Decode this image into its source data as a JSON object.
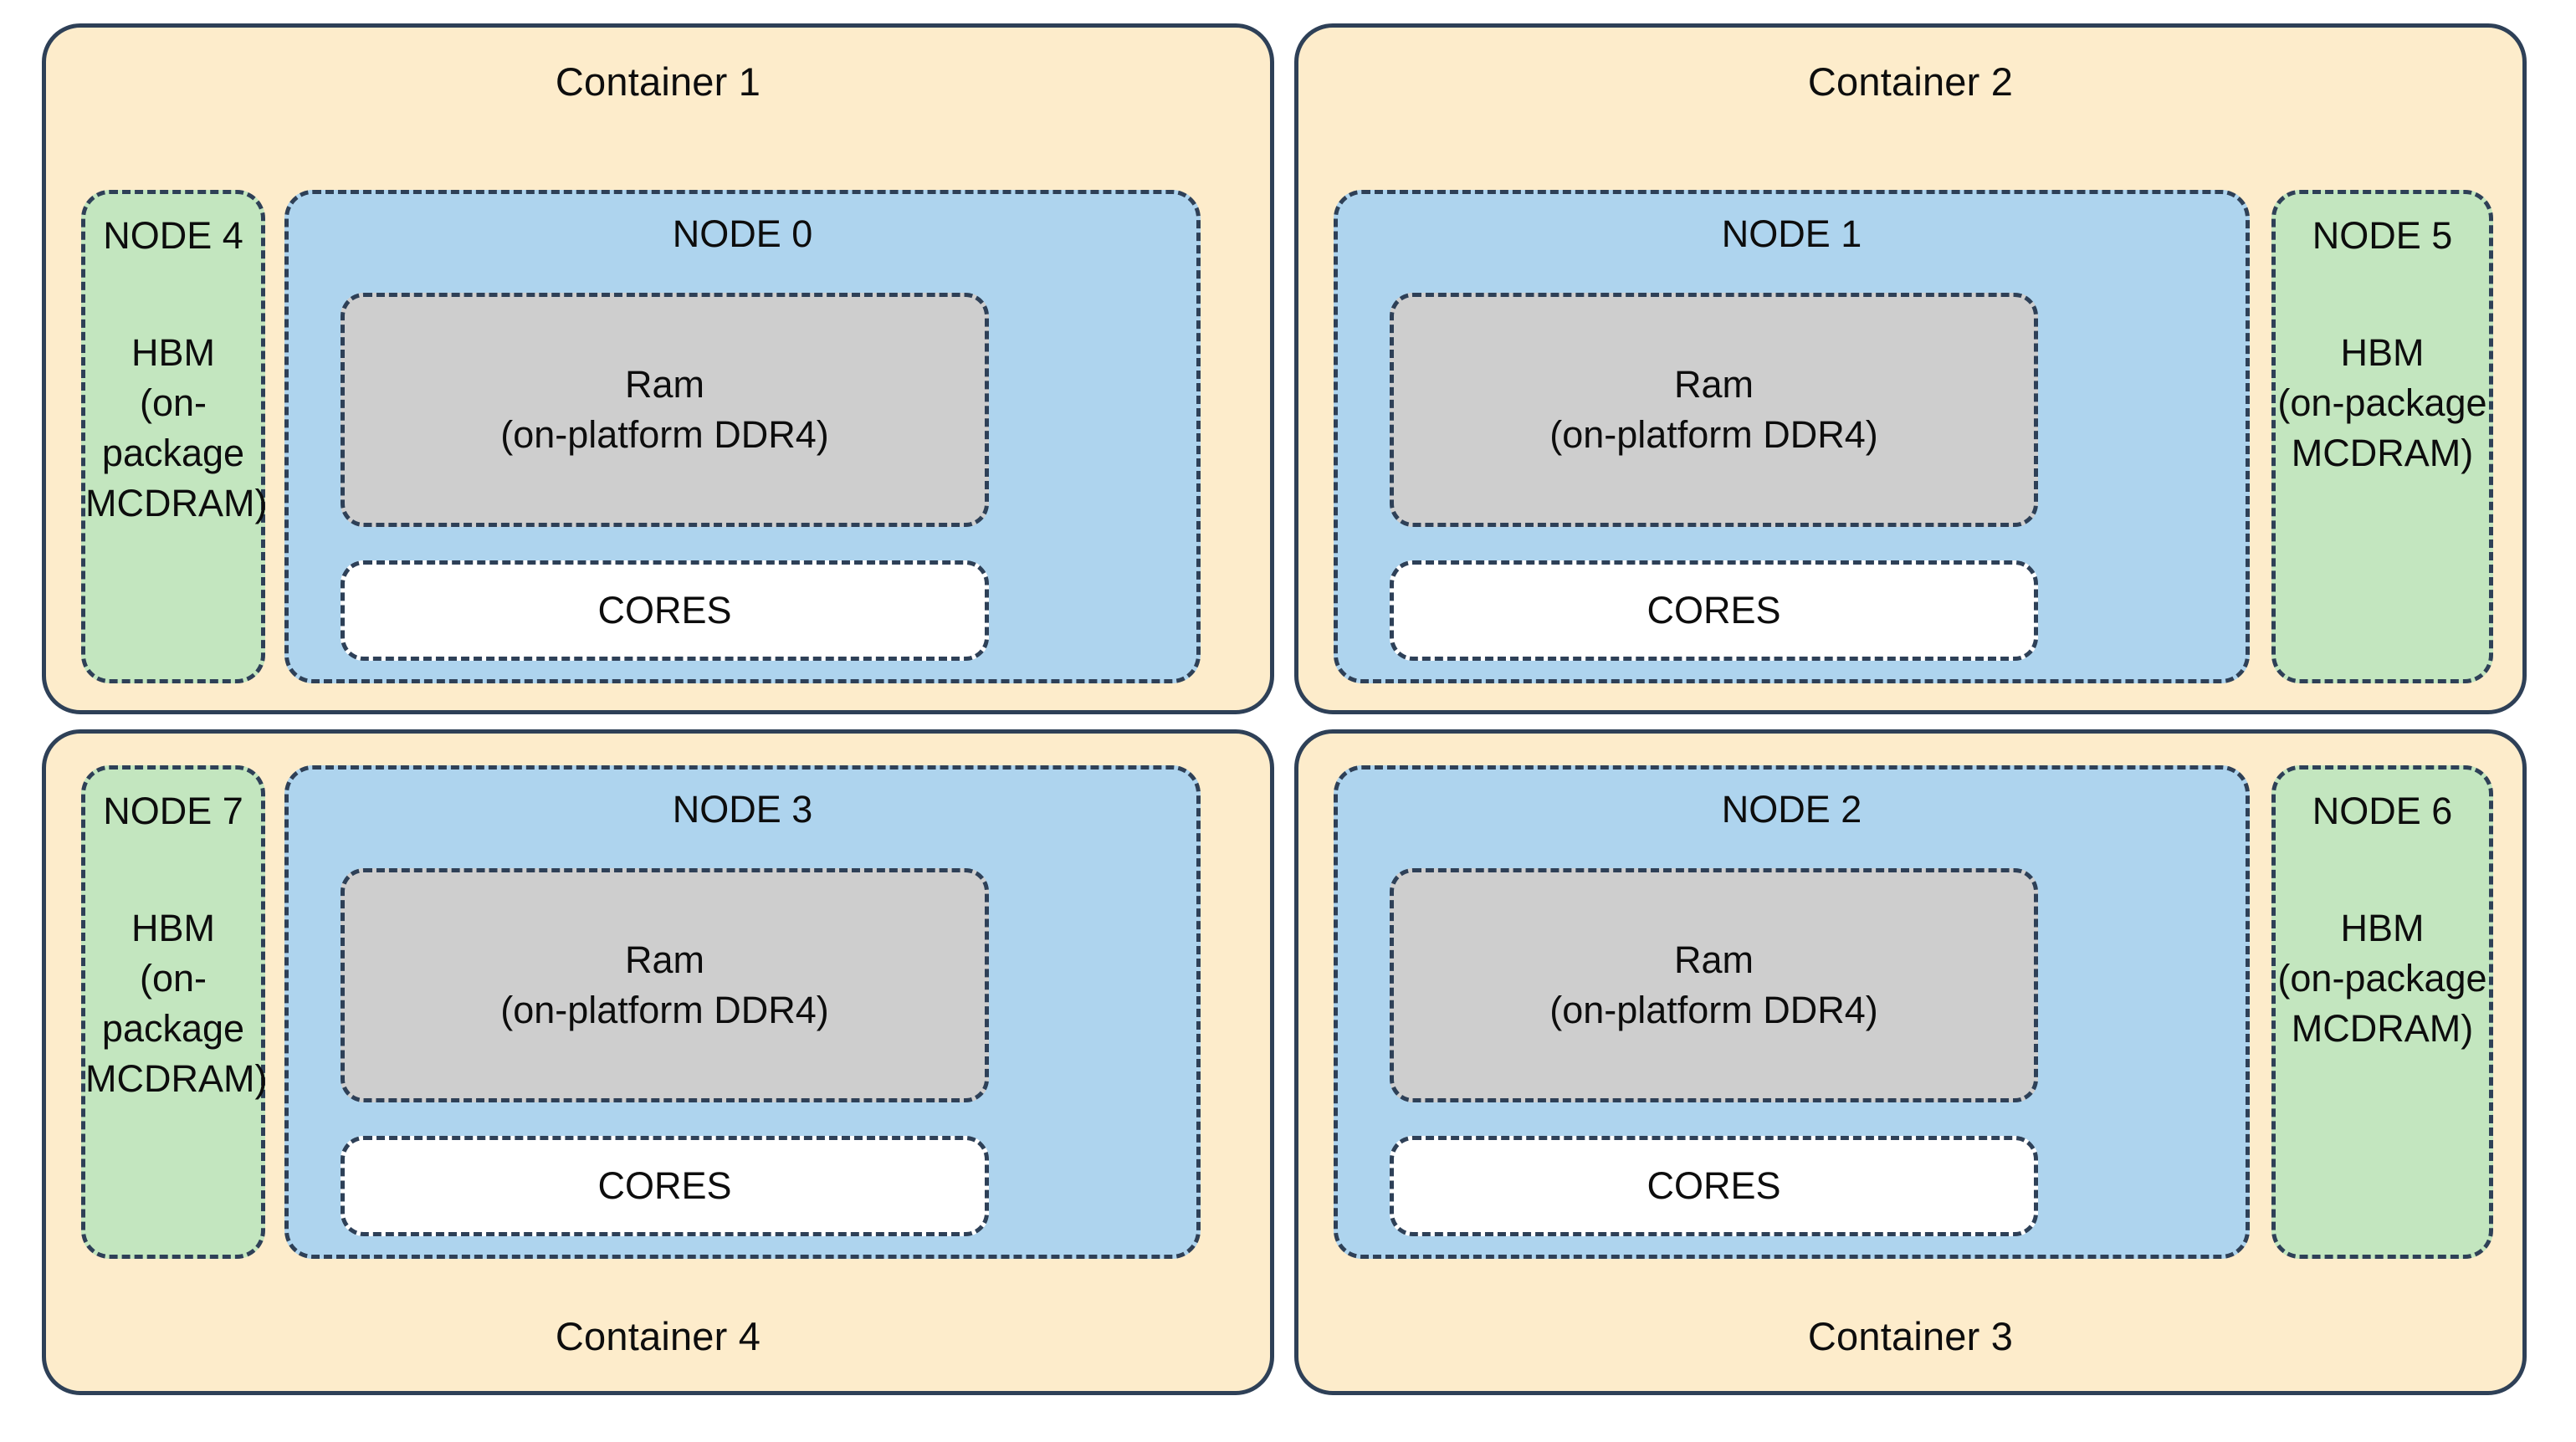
{
  "diagram": {
    "title": "KNL NUMA node topology across four containers",
    "colors": {
      "container_fill": "#fdeccb",
      "container_border": "#2e4057",
      "hbm_fill": "#c3e6bf",
      "ddr_node_fill": "#aed4ee",
      "ram_fill": "#cecece",
      "cores_fill": "#ffffff",
      "text": "#0d0d0d"
    },
    "containers": [
      {
        "id": "container-1",
        "label": "Container 1",
        "label_position": "top",
        "nodes": [
          {
            "id": "node-4",
            "title": "NODE 4",
            "kind": "hbm",
            "body": "HBM\n(on-package\nMCDRAM)",
            "position": "left"
          },
          {
            "id": "node-0",
            "title": "NODE 0",
            "kind": "ddr",
            "position": "right",
            "inner": [
              {
                "id": "ram-0",
                "kind": "ram",
                "text": "Ram\n(on-platform DDR4)"
              },
              {
                "id": "cores-0",
                "kind": "cores",
                "text": "CORES"
              }
            ]
          }
        ]
      },
      {
        "id": "container-2",
        "label": "Container 2",
        "label_position": "top",
        "nodes": [
          {
            "id": "node-1",
            "title": "NODE 1",
            "kind": "ddr",
            "position": "left",
            "inner": [
              {
                "id": "ram-1",
                "kind": "ram",
                "text": "Ram\n(on-platform DDR4)"
              },
              {
                "id": "cores-1",
                "kind": "cores",
                "text": "CORES"
              }
            ]
          },
          {
            "id": "node-5",
            "title": "NODE 5",
            "kind": "hbm",
            "body": "HBM\n(on-package\nMCDRAM)",
            "position": "right"
          }
        ]
      },
      {
        "id": "container-4",
        "label": "Container 4",
        "label_position": "bottom",
        "nodes": [
          {
            "id": "node-7",
            "title": "NODE 7",
            "kind": "hbm",
            "body": "HBM\n(on-package\nMCDRAM)",
            "position": "left"
          },
          {
            "id": "node-3",
            "title": "NODE 3",
            "kind": "ddr",
            "position": "right",
            "inner": [
              {
                "id": "ram-3",
                "kind": "ram",
                "text": "Ram\n(on-platform DDR4)"
              },
              {
                "id": "cores-3",
                "kind": "cores",
                "text": "CORES"
              }
            ]
          }
        ]
      },
      {
        "id": "container-3",
        "label": "Container 3",
        "label_position": "bottom",
        "nodes": [
          {
            "id": "node-2",
            "title": "NODE 2",
            "kind": "ddr",
            "position": "left",
            "inner": [
              {
                "id": "ram-2",
                "kind": "ram",
                "text": "Ram\n(on-platform DDR4)"
              },
              {
                "id": "cores-2",
                "kind": "cores",
                "text": "CORES"
              }
            ]
          },
          {
            "id": "node-6",
            "title": "NODE 6",
            "kind": "hbm",
            "body": "HBM\n(on-package\nMCDRAM)",
            "position": "right"
          }
        ]
      }
    ]
  }
}
